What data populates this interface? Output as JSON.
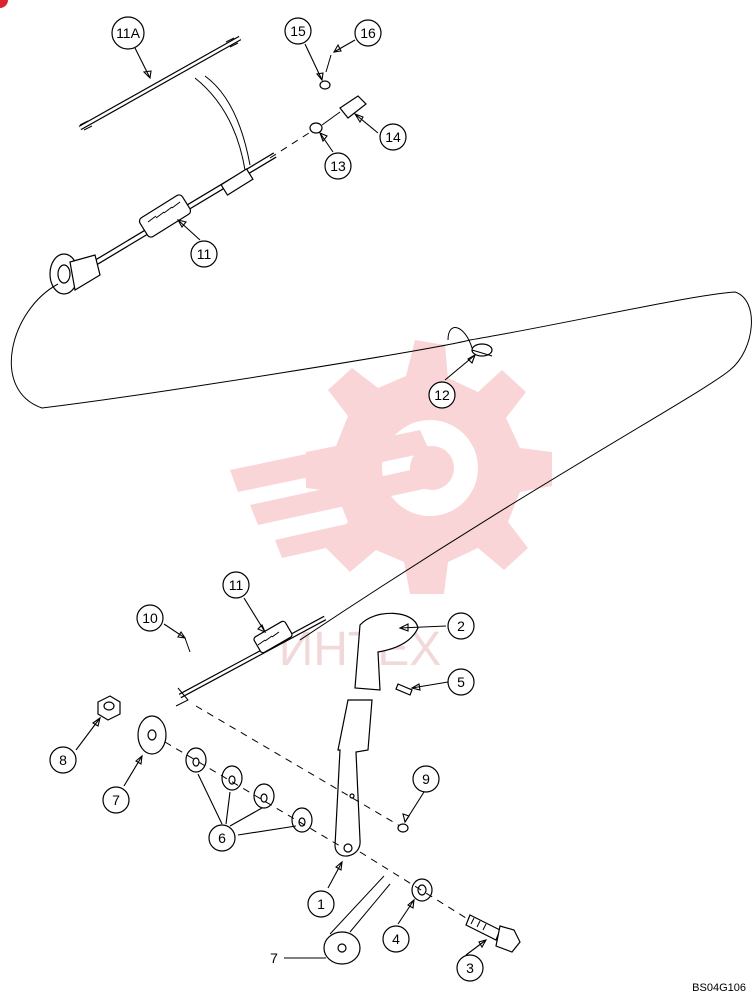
{
  "diagram_code": "BS04G106",
  "watermark_text": "ИНТЕХ",
  "colors": {
    "watermark": "#f4a6ab",
    "badge": "#d9232f",
    "line": "#000000"
  },
  "callouts": {
    "c11A": "11A",
    "c15": "15",
    "c16": "16",
    "c14": "14",
    "c13": "13",
    "c11_top": "11",
    "c12": "12",
    "c11_bottom": "11",
    "c10": "10",
    "c2": "2",
    "c5": "5",
    "c8": "8",
    "c7_upper": "7",
    "c6": "6",
    "c9": "9",
    "c1": "1",
    "c4": "4",
    "c3": "3",
    "c7_lower": "7"
  }
}
